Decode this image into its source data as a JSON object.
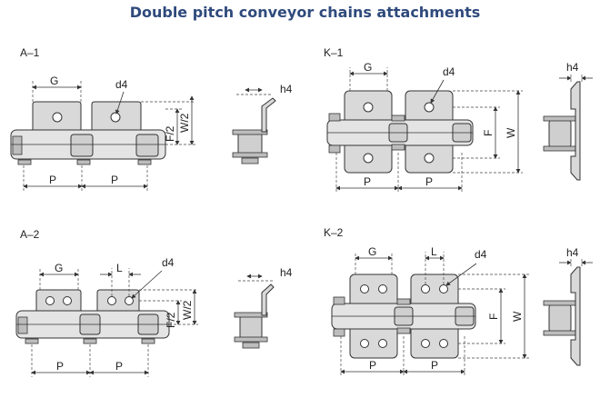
{
  "title": "Double pitch conveyor chains attachments",
  "panels": {
    "a1": {
      "name": "A–1",
      "g": "G",
      "d4": "d4",
      "h4": "h4",
      "f2": "F/2",
      "w2": "W/2",
      "p": "P"
    },
    "k1": {
      "name": "K–1",
      "g": "G",
      "d4": "d4",
      "h4": "h4",
      "f": "F",
      "w": "W",
      "p": "P"
    },
    "a2": {
      "name": "A–2",
      "g": "G",
      "l": "L",
      "d4": "d4",
      "h4": "h4",
      "f2": "F/2",
      "w2": "W/2",
      "p": "P"
    },
    "k2": {
      "name": "K–2",
      "g": "G",
      "l": "L",
      "d4": "d4",
      "h4": "h4",
      "f": "F",
      "w": "W",
      "p": "P"
    }
  },
  "colors": {
    "title": "#2f4a7c",
    "plate": "#d9d9d9",
    "line": "#333333"
  }
}
